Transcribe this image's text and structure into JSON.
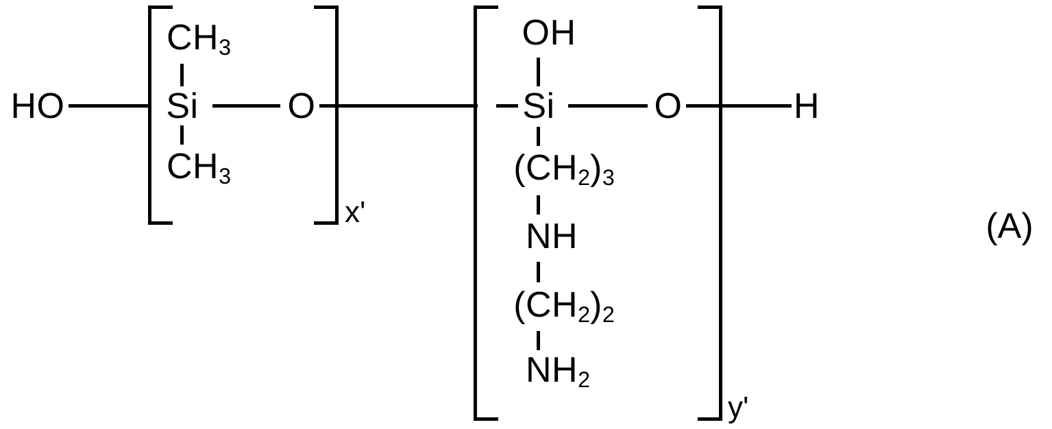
{
  "figure": {
    "tag": "(A)",
    "description": "Aminoethylaminopropyl functional polysiloxane copolymer structural formula"
  },
  "terminals": {
    "left": "HO",
    "right": "H"
  },
  "unit1": {
    "subscript": "x'",
    "center_atom": "Si",
    "top_group_main": "CH",
    "top_group_sub": "3",
    "bottom_group_main": "CH",
    "bottom_group_sub": "3",
    "bridge_atom": "O"
  },
  "unit2": {
    "subscript": "y'",
    "center_atom": "Si",
    "top_group": "OH",
    "bridge_atom": "O",
    "side_chain": [
      {
        "main": "(CH",
        "sub": "2",
        "tail": ")",
        "tail_sub": "3"
      },
      {
        "main": "NH",
        "sub": "",
        "tail": "",
        "tail_sub": ""
      },
      {
        "main": "(CH",
        "sub": "2",
        "tail": ")",
        "tail_sub": "2"
      },
      {
        "main": "NH",
        "sub": "2",
        "tail": "",
        "tail_sub": ""
      }
    ]
  },
  "chart_data": {
    "type": "diagram",
    "title": "(A)",
    "notation": "HO-[Si(CH3)2-O]x'-[Si(OH)((CH2)3-NH-(CH2)2-NH2)-O]y'-H",
    "repeat_units": [
      {
        "label": "x'",
        "backbone": [
          "Si",
          "O"
        ],
        "substituents_up": [
          "CH3"
        ],
        "substituents_down": [
          "CH3"
        ]
      },
      {
        "label": "y'",
        "backbone": [
          "Si",
          "O"
        ],
        "substituents_up": [
          "OH"
        ],
        "substituents_down": [
          "(CH2)3",
          "NH",
          "(CH2)2",
          "NH2"
        ]
      }
    ],
    "end_groups": {
      "left": "HO",
      "right": "H"
    }
  }
}
